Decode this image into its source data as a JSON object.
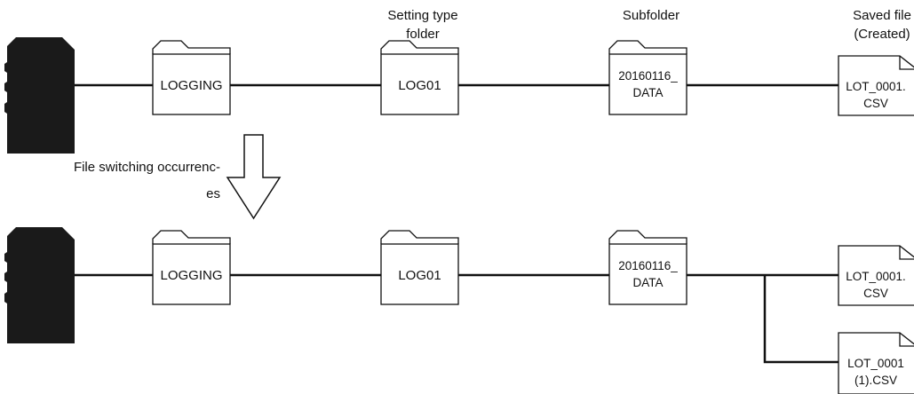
{
  "headers": {
    "setting_type_line1": "Setting type",
    "setting_type_line2": "folder",
    "subfolder": "Subfolder",
    "saved_file_line1": "Saved file",
    "saved_file_line2": "(Created)"
  },
  "transition": {
    "caption_line1": "File switching occurrenc-",
    "caption_line2": "es"
  },
  "before": {
    "logging_folder": "LOGGING",
    "setting_folder": "LOG01",
    "subfolder_line1": "20160116_",
    "subfolder_line2": "DATA",
    "file_line1": "LOT_0001.",
    "file_line2": "CSV"
  },
  "after": {
    "logging_folder": "LOGGING",
    "setting_folder": "LOG01",
    "subfolder_line1": "20160116_",
    "subfolder_line2": "DATA",
    "file1_line1": "LOT_0001.",
    "file1_line2": "CSV",
    "file2_line1": "LOT_0001",
    "file2_line2": "(1).CSV"
  }
}
